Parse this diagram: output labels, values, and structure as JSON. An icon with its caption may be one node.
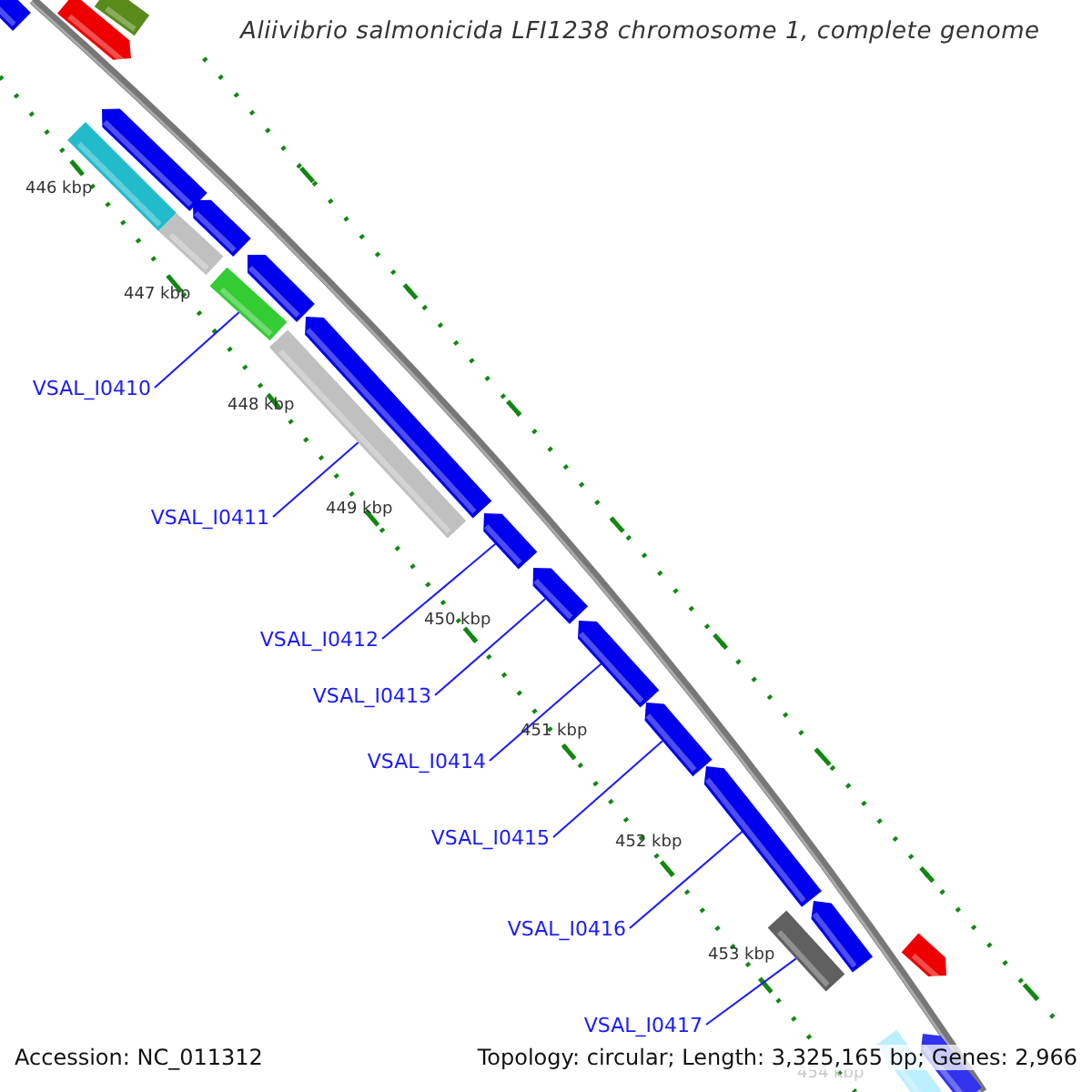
{
  "diagram": {
    "title": "Aliivibrio salmonicida LFI1238 chromosome 1, complete genome",
    "nodes": [
      {
        "text": [
          "VSAL_I0410"
        ]
      },
      {
        "text": [
          "VSAL_I0411"
        ]
      },
      {
        "text": [
          "VSAL_I0412"
        ]
      },
      {
        "text": [
          "VSAL_I0413"
        ]
      },
      {
        "text": [
          "VSAL_I0414"
        ]
      },
      {
        "text": [
          "VSAL_I0415"
        ]
      },
      {
        "text": [
          "VSAL_I0416"
        ]
      },
      {
        "text": [
          "VSAL_I0417"
        ]
      },
      {
        "text": [],
        "shape": "bar"
      },
      {
        "text": [],
        "shape": "bar"
      },
      {
        "text": [],
        "shape": "bar"
      },
      {
        "text": [],
        "shape": "bar"
      },
      {
        "text": [],
        "shape": "bar"
      },
      {
        "text": [],
        "shape": "bar"
      },
      {
        "text": [],
        "shape": "bar"
      },
      {
        "text": [],
        "shape": "bar"
      },
      {
        "text": [],
        "shape": "bar"
      },
      {
        "text": [],
        "shape": "bar"
      },
      {
        "text": [],
        "shape": "bar"
      },
      {
        "text": [],
        "shape": "bar"
      },
      {
        "text": [],
        "shape": "bar"
      },
      {
        "text": [],
        "shape": "bar"
      },
      {
        "text": [],
        "shape": "bar"
      },
      {
        "text": [],
        "shape": "bar"
      },
      {
        "text": [],
        "shape": "bar"
      },
      {
        "text": [],
        "shape": "bar"
      },
      {
        "text": [],
        "shape": "bar"
      },
      {
        "text": [],
        "shape": "bar"
      },
      {
        "text": [],
        "shape": "bar"
      }
    ],
    "edges": [
      {
        "from": 0,
        "to": 23,
        "arrow": "none"
      },
      {
        "from": 1,
        "to": 24,
        "arrow": "none"
      },
      {
        "from": 2,
        "to": 15,
        "arrow": "none"
      },
      {
        "from": 3,
        "to": 16,
        "arrow": "none"
      },
      {
        "from": 4,
        "to": 17,
        "arrow": "none"
      },
      {
        "from": 5,
        "to": 18,
        "arrow": "none"
      },
      {
        "from": 6,
        "to": 19,
        "arrow": "none"
      },
      {
        "from": 7,
        "to": 25,
        "arrow": "none"
      }
    ],
    "labels": [
      "446 kbp",
      "447 kbp",
      "448 kbp",
      "449 kbp",
      "450 kbp",
      "451 kbp",
      "452 kbp",
      "453 kbp",
      "454 kbp",
      "Accession: NC_011312",
      "Topology: circular; Length: 3,325,165 bp; Genes: 2,966"
    ]
  }
}
